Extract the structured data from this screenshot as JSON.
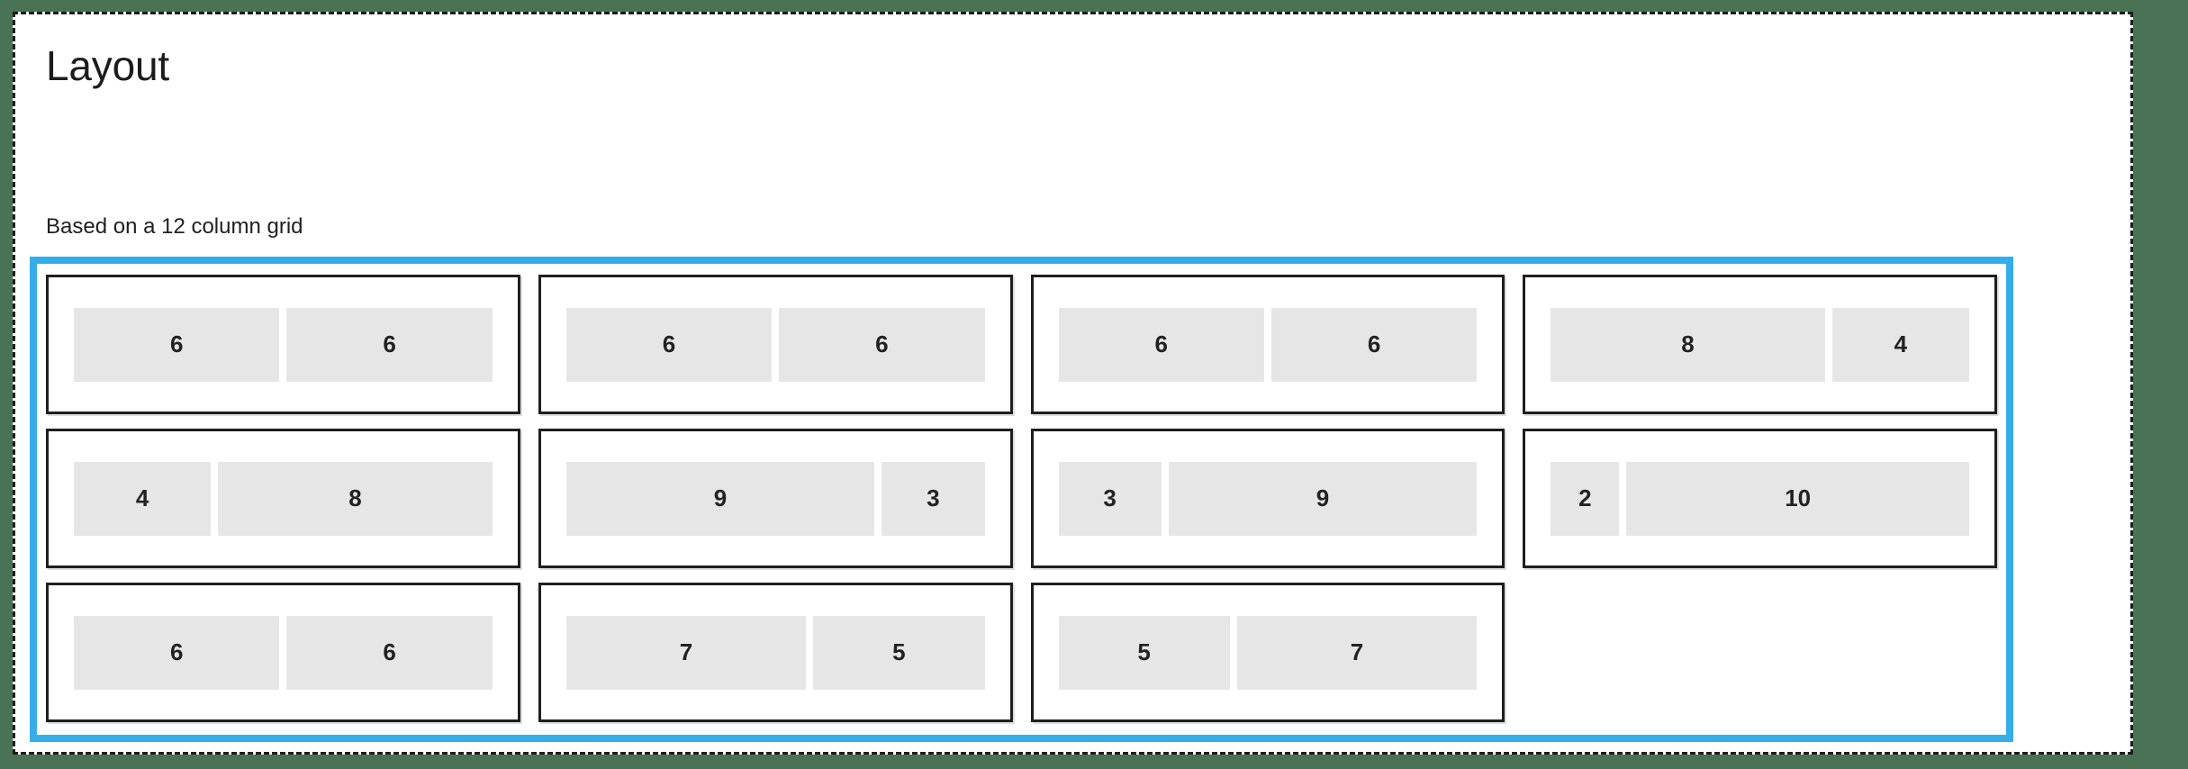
{
  "page": {
    "title": "Layout",
    "subtitle": "Based on a 12 column grid",
    "accent_color": "#36ade9",
    "block_color": "#e6e6e6",
    "card_border_color": "#1f1f1f",
    "background_color": "#4a7254",
    "grid_columns": 12
  },
  "grid": {
    "rows": [
      {
        "cards": [
          {
            "blocks": [
              {
                "span": "6"
              },
              {
                "span": "6"
              }
            ]
          },
          {
            "blocks": [
              {
                "span": "6"
              },
              {
                "span": "6"
              }
            ]
          },
          {
            "blocks": [
              {
                "span": "6"
              },
              {
                "span": "6"
              }
            ]
          },
          {
            "blocks": [
              {
                "span": "8"
              },
              {
                "span": "4"
              }
            ]
          }
        ]
      },
      {
        "cards": [
          {
            "blocks": [
              {
                "span": "4"
              },
              {
                "span": "8"
              }
            ]
          },
          {
            "blocks": [
              {
                "span": "9"
              },
              {
                "span": "3"
              }
            ]
          },
          {
            "blocks": [
              {
                "span": "3"
              },
              {
                "span": "9"
              }
            ]
          },
          {
            "blocks": [
              {
                "span": "2"
              },
              {
                "span": "10"
              }
            ]
          }
        ]
      },
      {
        "cards": [
          {
            "blocks": [
              {
                "span": "6"
              },
              {
                "span": "6"
              }
            ]
          },
          {
            "blocks": [
              {
                "span": "7"
              },
              {
                "span": "5"
              }
            ]
          },
          {
            "blocks": [
              {
                "span": "5"
              },
              {
                "span": "7"
              }
            ]
          },
          {
            "blocks": []
          }
        ]
      }
    ]
  }
}
